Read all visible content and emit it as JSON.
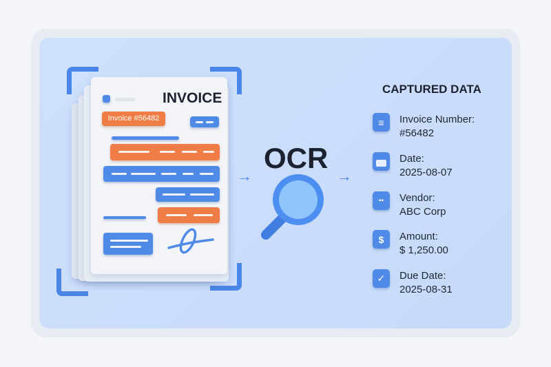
{
  "document": {
    "title": "INVOICE",
    "badge": "Invoice #56482"
  },
  "process": {
    "label": "OCR"
  },
  "captured": {
    "heading": "CAPTURED DATA",
    "fields": [
      {
        "label": "Invoice Number:",
        "value": "#56482",
        "icon": "document-icon"
      },
      {
        "label": "Date:",
        "value": "2025-08-07",
        "icon": "calendar-icon"
      },
      {
        "label": "Vendor:",
        "value": "ABC Corp",
        "icon": "building-icon"
      },
      {
        "label": "Amount:",
        "value": "$ 1,250.00",
        "icon": "dollar-icon"
      },
      {
        "label": "Due Date:",
        "value": "2025-08-31",
        "icon": "check-icon"
      }
    ]
  },
  "colors": {
    "accent": "#4f8ae6",
    "highlight": "#f07d45",
    "panel": "#c9dcfb"
  }
}
